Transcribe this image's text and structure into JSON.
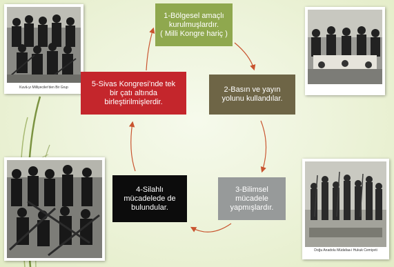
{
  "slide": {
    "boxes": [
      {
        "text": "1-Bölgesel amaçlı\nkurulmuşlardır.\n( Milli Kongre hariç )",
        "color": "#8fa84e"
      },
      {
        "text": "2-Basın ve yayın\nyolunu kullandılar.",
        "color": "#6e6546"
      },
      {
        "text": "3-Bilimsel\nmücadele\nyapmışlardır.",
        "color": "#979a9a"
      },
      {
        "text": "4-Silahlı\nmücadelede de\nbulundular.",
        "color": "#0c0c0c"
      },
      {
        "text": "5-Sivas Kongresi'nde tek\nbir çatı altında\nbirleştirilmişlerdir.",
        "color": "#c4262c"
      }
    ],
    "photos": [
      {
        "caption": "Kuvâ-yı Milliyeciler'den Bir Grup"
      },
      {
        "caption": ""
      },
      {
        "caption": ""
      },
      {
        "caption": "Doğu Anadolu Müdafaa-i Hukuk Cemiyeti"
      }
    ],
    "colors": {
      "background": "#eef4dc",
      "arrow": "#c9542f",
      "leaf_line": "#5f7a1c"
    }
  }
}
